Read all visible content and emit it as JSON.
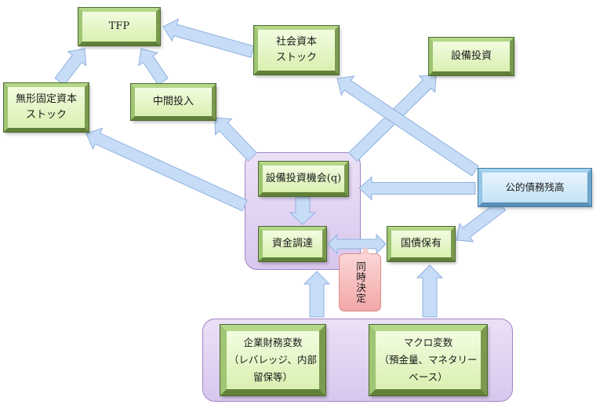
{
  "nodes": {
    "tfp": "TFP",
    "social_capital": "社会資本\nストック",
    "equipment_investment": "設備投資",
    "intangible_capital": "無形固定資本\nストック",
    "intermediate_input": "中間投入",
    "investment_opportunity": "設備投資機会(q)",
    "public_debt": "公的債務残高",
    "financing": "資金調達",
    "gov_bond_holding": "国債保有",
    "corporate_finance": "企業財務変数\n（レバレッジ、内部\n留保等）",
    "macro_vars": "マクロ変数\n（預金量、マネタリー\nベース）"
  },
  "callout": {
    "simultaneous": "同時決定"
  },
  "colors": {
    "node_fill": "#d9f0b0",
    "node_border": "#61803a",
    "blue_node_fill": "#c5e3f6",
    "arrow_fill": "#c7dcf6",
    "arrow_stroke": "#8fb2e0",
    "panel_fill": "#d8c7ee",
    "callout_fill": "#f3a7a7"
  }
}
